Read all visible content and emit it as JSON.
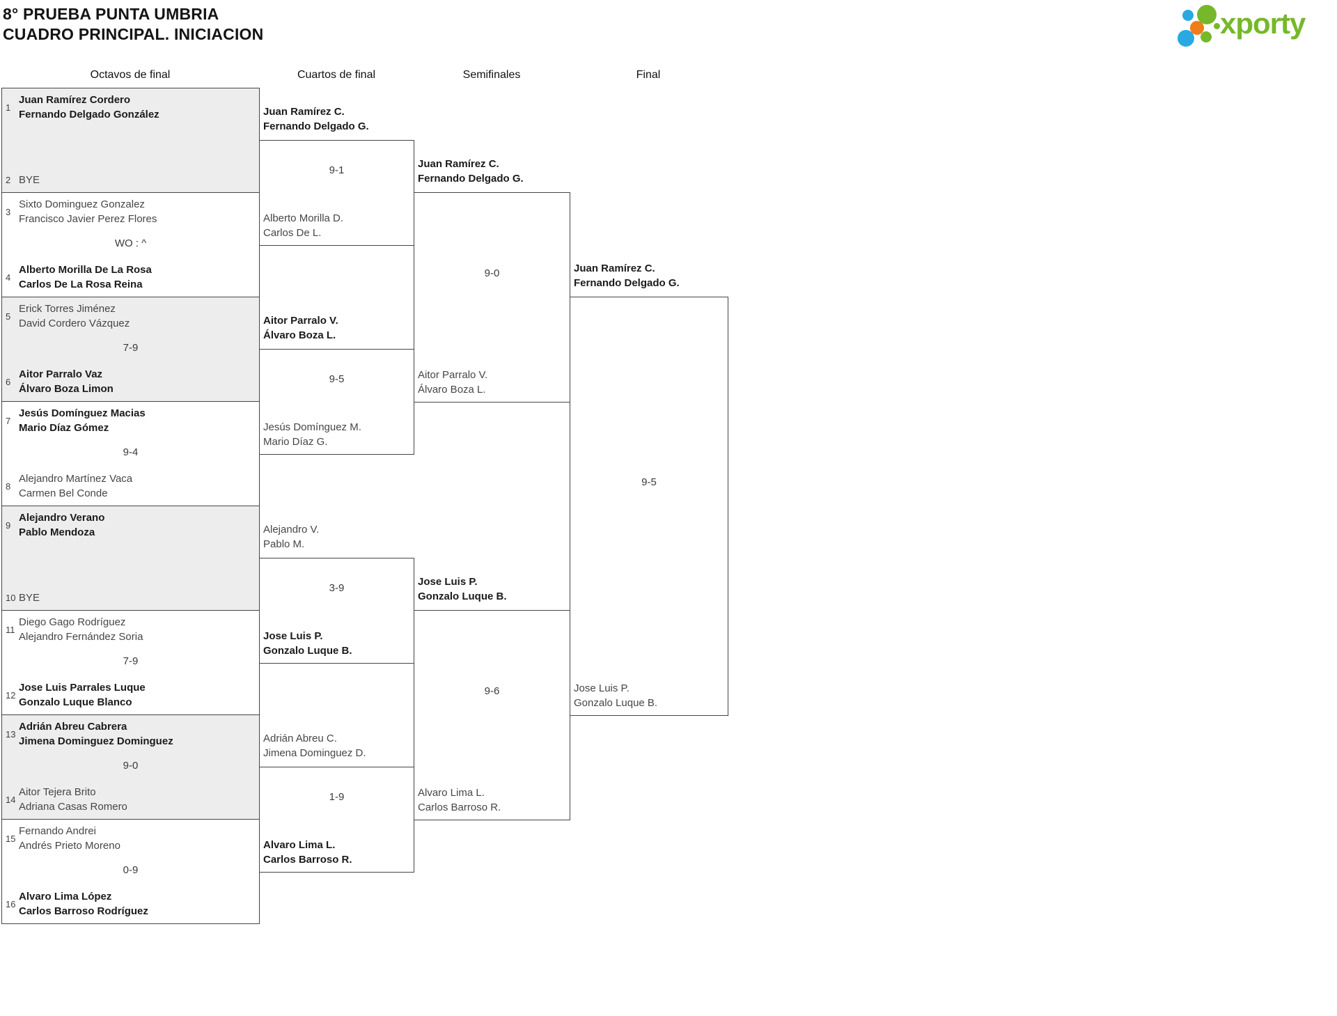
{
  "header": {
    "title_line1": "8° PRUEBA PUNTA UMBRIA",
    "title_line2": "CUADRO PRINCIPAL. INICIACION",
    "logo_text": "xporty"
  },
  "colors": {
    "accent_green": "#76b82a",
    "accent_blue": "#29a9e1",
    "accent_orange": "#ef7d1a",
    "box_gray": "#ededed",
    "border": "#454545"
  },
  "round_headers": [
    "Octavos de final",
    "Cuartos de final",
    "Semifinales",
    "Final"
  ],
  "octavos": [
    {
      "seed_top": "1",
      "team_top": [
        "Juan Ramírez Cordero",
        "Fernando Delgado González"
      ],
      "score": "",
      "seed_bottom": "2",
      "team_bottom": [
        "BYE"
      ]
    },
    {
      "seed_top": "3",
      "team_top": [
        "Sixto Dominguez Gonzalez",
        "Francisco Javier Perez Flores"
      ],
      "score": "WO : ^",
      "seed_bottom": "4",
      "team_bottom": [
        "Alberto Morilla De La Rosa",
        "Carlos De La Rosa Reina"
      ]
    },
    {
      "seed_top": "5",
      "team_top": [
        "Erick Torres Jiménez",
        "David Cordero Vázquez"
      ],
      "score": "7-9",
      "seed_bottom": "6",
      "team_bottom": [
        "Aitor Parralo Vaz",
        "Álvaro Boza Limon"
      ]
    },
    {
      "seed_top": "7",
      "team_top": [
        "Jesús Domínguez Macias",
        "Mario Díaz Gómez"
      ],
      "score": "9-4",
      "seed_bottom": "8",
      "team_bottom": [
        "Alejandro Martínez Vaca",
        "Carmen Bel Conde"
      ]
    },
    {
      "seed_top": "9",
      "team_top": [
        "Alejandro Verano",
        "Pablo Mendoza"
      ],
      "score": "",
      "seed_bottom": "10",
      "team_bottom": [
        "BYE"
      ]
    },
    {
      "seed_top": "11",
      "team_top": [
        "Diego Gago Rodríguez",
        "Alejandro Fernández Soria"
      ],
      "score": "7-9",
      "seed_bottom": "12",
      "team_bottom": [
        "Jose Luis Parrales Luque",
        "Gonzalo Luque Blanco"
      ]
    },
    {
      "seed_top": "13",
      "team_top": [
        "Adrián Abreu Cabrera",
        "Jimena Dominguez Dominguez"
      ],
      "score": "9-0",
      "seed_bottom": "14",
      "team_bottom": [
        "Aitor Tejera Brito",
        "Adriana Casas Romero"
      ]
    },
    {
      "seed_top": "15",
      "team_top": [
        "Fernando Andrei",
        "Andrés Prieto Moreno"
      ],
      "score": "0-9",
      "seed_bottom": "16",
      "team_bottom": [
        "Alvaro Lima López",
        "Carlos Barroso Rodríguez"
      ]
    }
  ],
  "cuartos": [
    {
      "team_top": [
        "Juan Ramírez C.",
        "Fernando Delgado G."
      ],
      "score": "9-1",
      "team_bottom": [
        "Alberto Morilla D.",
        "Carlos De L."
      ]
    },
    {
      "team_top": [
        "Aitor Parralo V.",
        "Álvaro Boza L."
      ],
      "score": "9-5",
      "team_bottom": [
        "Jesús Domínguez M.",
        "Mario Díaz G."
      ]
    },
    {
      "team_top": [
        "Alejandro V.",
        "Pablo M."
      ],
      "score": "3-9",
      "team_bottom": [
        "Jose Luis P.",
        "Gonzalo Luque B."
      ]
    },
    {
      "team_top": [
        "Adrián Abreu C.",
        "Jimena Dominguez D."
      ],
      "score": "1-9",
      "team_bottom": [
        "Alvaro Lima L.",
        "Carlos Barroso R."
      ]
    }
  ],
  "semifinales": [
    {
      "team_top": [
        "Juan Ramírez C.",
        "Fernando Delgado G."
      ],
      "score": "9-0",
      "team_bottom": [
        "Aitor Parralo V.",
        "Álvaro Boza L."
      ]
    },
    {
      "team_top": [
        "Jose Luis P.",
        "Gonzalo Luque B."
      ],
      "score": "9-6",
      "team_bottom": [
        "Alvaro Lima L.",
        "Carlos Barroso R."
      ]
    }
  ],
  "final": {
    "team_top": [
      "Juan Ramírez C.",
      "Fernando Delgado G."
    ],
    "score": "9-5",
    "team_bottom": [
      "Jose Luis P.",
      "Gonzalo Luque B."
    ]
  }
}
